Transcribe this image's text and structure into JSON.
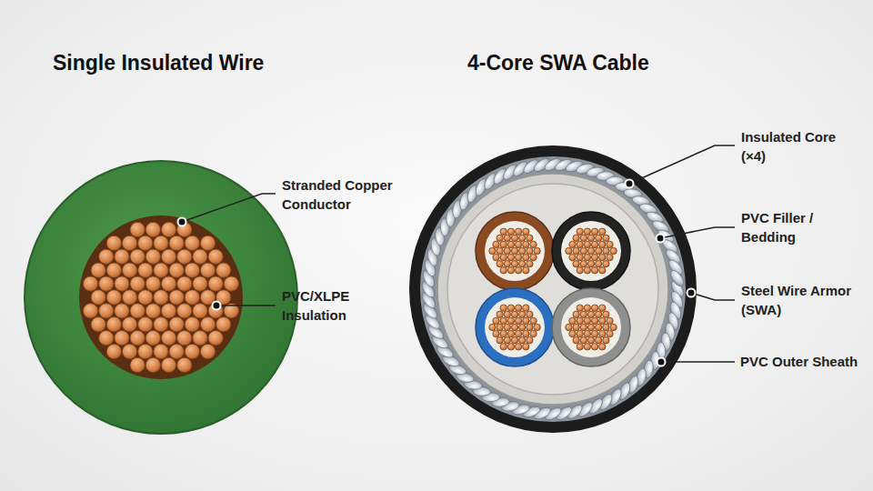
{
  "diagram": {
    "labels": [
      "Single Insulated Wire",
      "4-Core SWA Cable",
      "Stranded Copper Conductor",
      "PVC/XLPE Insulation",
      "Insulated Core (×4)",
      "PVC Filler / Bedding",
      "Steel Wire Armor (SWA)",
      "PVC Outer Sheath"
    ]
  }
}
